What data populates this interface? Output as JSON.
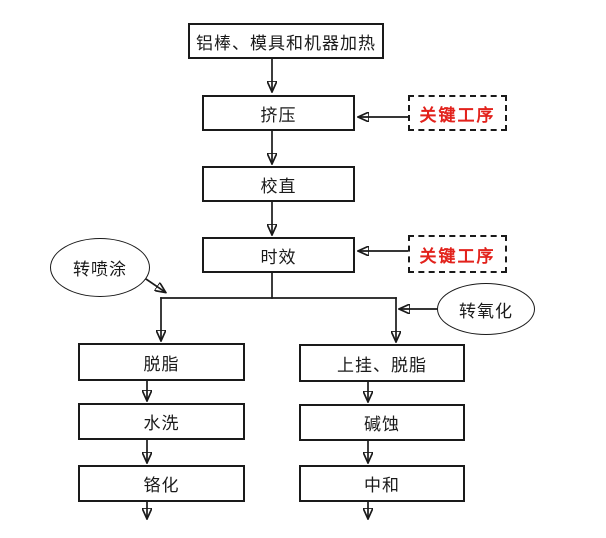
{
  "flow": {
    "main": [
      {
        "label": "铝棒、模具和机器加热"
      },
      {
        "label": "挤压"
      },
      {
        "label": "校直"
      },
      {
        "label": "时效"
      }
    ],
    "key_process": {
      "label": "关键工序"
    },
    "left_branch": {
      "entry": "转喷涂",
      "steps": [
        {
          "label": "脱脂"
        },
        {
          "label": "水洗"
        },
        {
          "label": "铬化"
        }
      ]
    },
    "right_branch": {
      "entry": "转氧化",
      "steps": [
        {
          "label": "上挂、脱脂"
        },
        {
          "label": "碱蚀"
        },
        {
          "label": "中和"
        }
      ]
    }
  },
  "colors": {
    "key_process_text": "#e2221c",
    "line": "#1a1a1a",
    "background": "#ffffff"
  }
}
